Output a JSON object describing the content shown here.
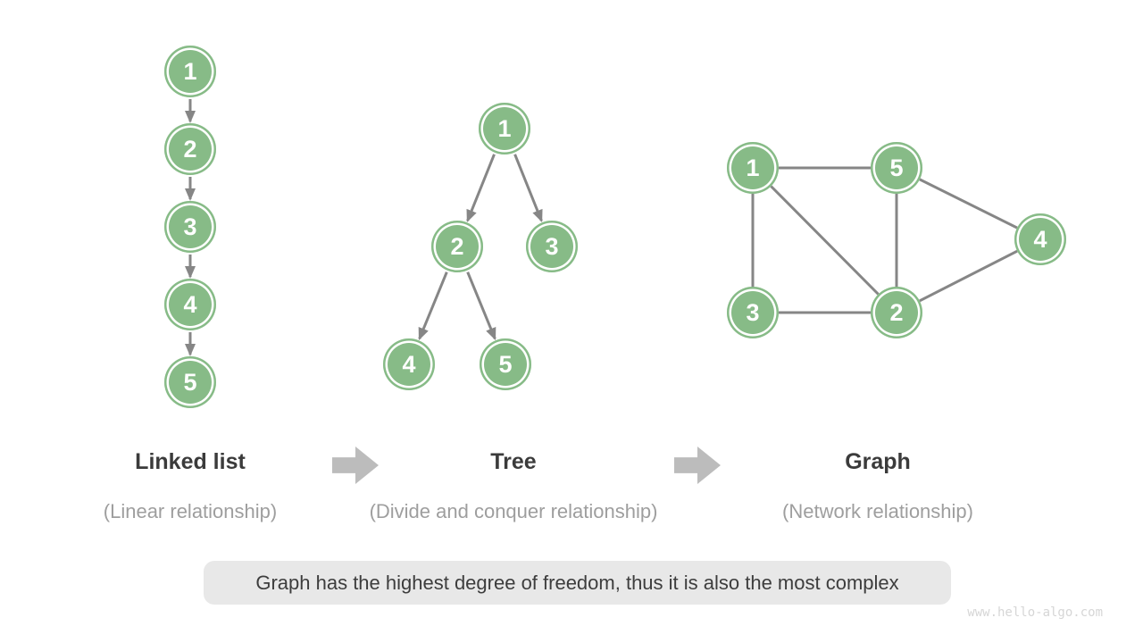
{
  "sections": [
    {
      "heading": "Linked list",
      "subheading": "(Linear relationship)"
    },
    {
      "heading": "Tree",
      "subheading": "(Divide and conquer relationship)"
    },
    {
      "heading": "Graph",
      "subheading": "(Network relationship)"
    }
  ],
  "structures": {
    "linked_list": {
      "type": "linked-list",
      "directed": true,
      "nodes": [
        "1",
        "2",
        "3",
        "4",
        "5"
      ],
      "edges": [
        [
          "1",
          "2"
        ],
        [
          "2",
          "3"
        ],
        [
          "3",
          "4"
        ],
        [
          "4",
          "5"
        ]
      ]
    },
    "tree": {
      "type": "binary-tree",
      "directed": true,
      "nodes": [
        "1",
        "2",
        "3",
        "4",
        "5"
      ],
      "edges": [
        [
          "1",
          "2"
        ],
        [
          "1",
          "3"
        ],
        [
          "2",
          "4"
        ],
        [
          "2",
          "5"
        ]
      ]
    },
    "graph": {
      "type": "graph",
      "directed": false,
      "nodes": [
        "1",
        "2",
        "3",
        "4",
        "5"
      ],
      "edges": [
        [
          "1",
          "5"
        ],
        [
          "1",
          "3"
        ],
        [
          "1",
          "2"
        ],
        [
          "5",
          "2"
        ],
        [
          "5",
          "4"
        ],
        [
          "3",
          "2"
        ],
        [
          "2",
          "4"
        ]
      ]
    }
  },
  "caption": "Graph has the highest degree of freedom, thus it is also the most complex",
  "watermark": "www.hello-algo.com",
  "colors": {
    "node_fill": "#87BB87",
    "node_ring": "#FFFFFF",
    "edge": "#868686",
    "flow_arrow": "#BCBCBC",
    "heading": "#3B3B3B",
    "subheading": "#9E9E9E",
    "caption_bg": "#E8E8E8",
    "caption_text": "#3D3D3D",
    "watermark": "#D6D6D6"
  }
}
